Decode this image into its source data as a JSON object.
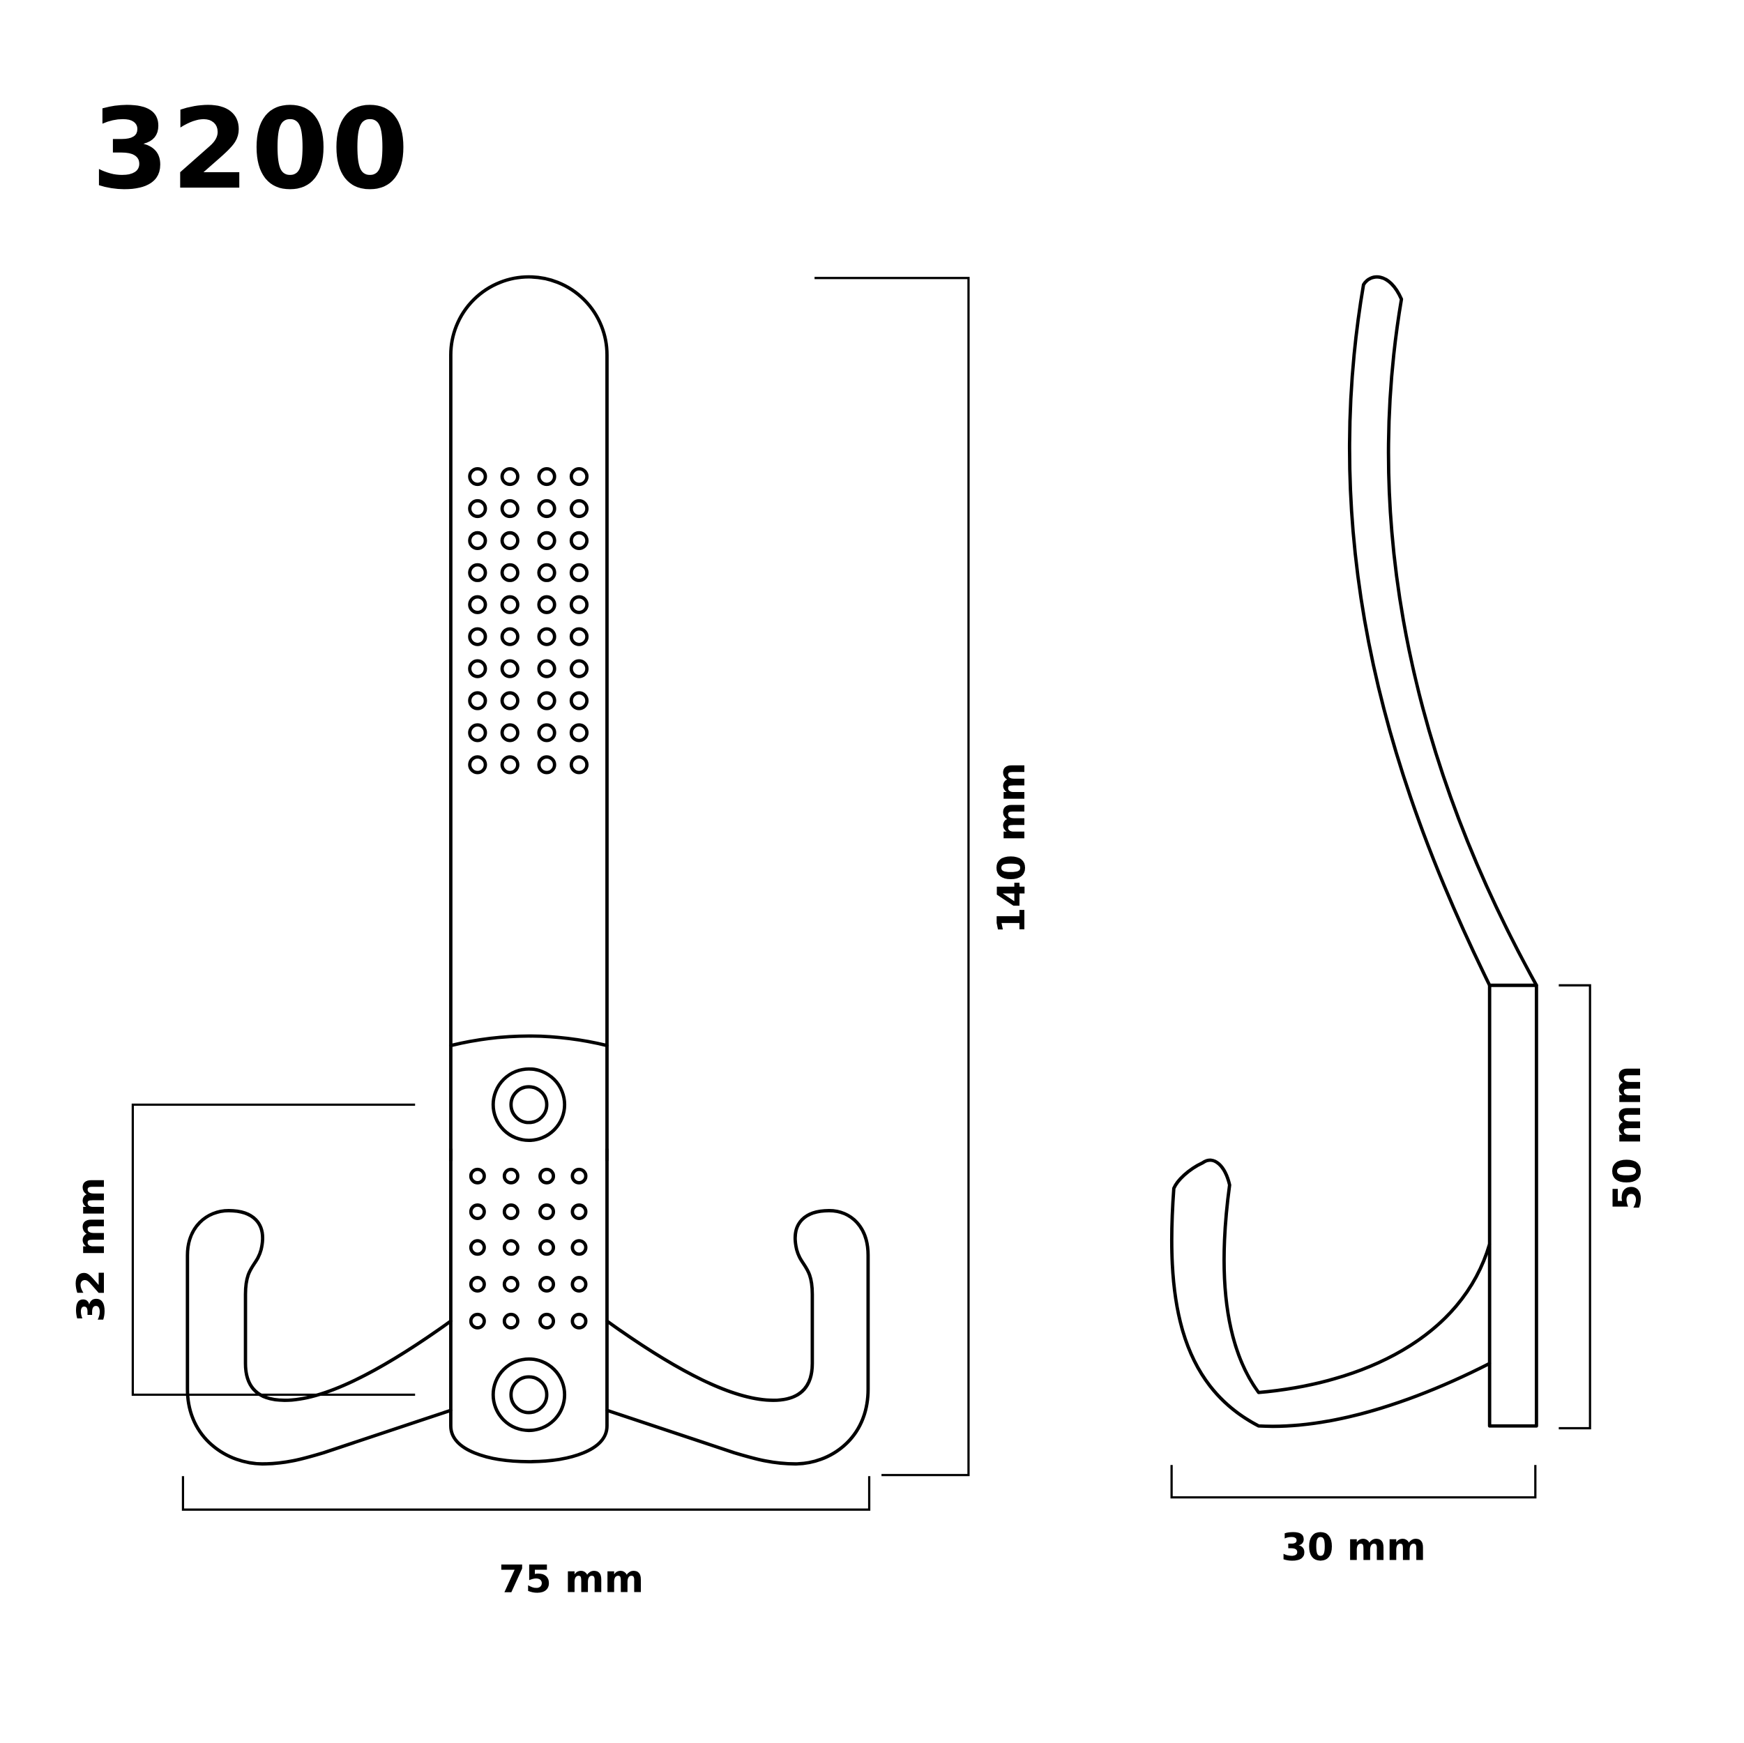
{
  "title": "3200",
  "dimensions": {
    "height": "140 mm",
    "hook_spacing": "32 mm",
    "width": "75 mm",
    "plate_height": "50 mm",
    "depth": "30 mm"
  }
}
